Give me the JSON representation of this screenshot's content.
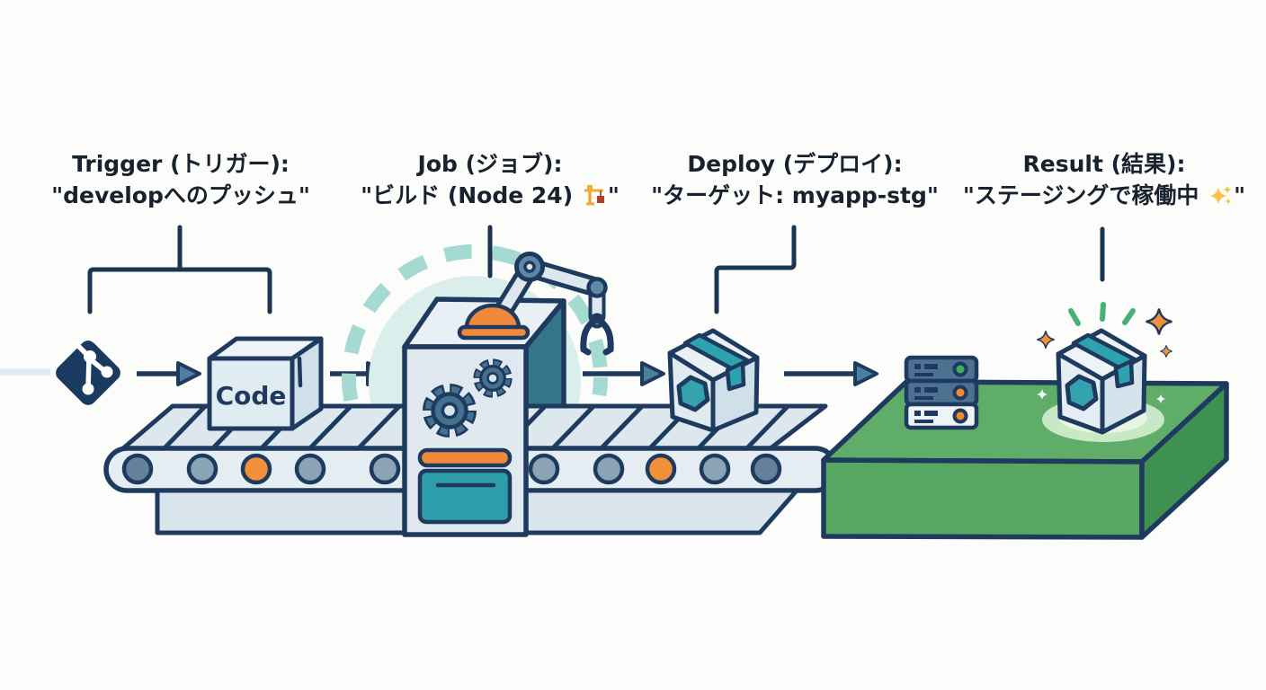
{
  "page": {
    "background": "#fcfcfa",
    "kind": "cicd-pipeline-conveyor-diagram"
  },
  "stages": [
    {
      "id": "trigger",
      "title": "Trigger (トリガー):",
      "quote": "\"developへのプッシュ\""
    },
    {
      "id": "job",
      "title": "Job (ジョブ):",
      "quote_prefix": "\"ビルド (Node 24) ",
      "emoji": "🏗️",
      "quote_suffix": "\""
    },
    {
      "id": "deploy",
      "title": "Deploy (デプロイ):",
      "quote": "\"ターゲット: myapp-stg\""
    },
    {
      "id": "result",
      "title": "Result (結果):",
      "quote_prefix": "\"ステージングで稼働中 ",
      "emoji": "✨",
      "quote_suffix": "\""
    }
  ],
  "conveyor": {
    "code_box_label": "Code"
  },
  "icons": {
    "git": "git-branch-diamond",
    "arrow": "right-arrow",
    "job_emoji": "🏗️",
    "result_emoji": "✨",
    "machine": "build-machine-gears-robot-arm",
    "deploy_package": "taped-box-hexagon",
    "servers": "server-rack-3u",
    "result_package": "taped-box-hexagon-glowing"
  },
  "colors": {
    "outline_navy": "#1e3a5f",
    "panel_light": "#dfe9ef",
    "teal": "#2d9daa",
    "orange": "#f0893a",
    "platform_green": "#5fad68",
    "platform_green_dark": "#3e9150",
    "glow_green": "#c9e9c6",
    "dashed_ring_teal": "#a5dad3",
    "status_green": "#41b05e",
    "status_orange": "#ef8a2e"
  }
}
